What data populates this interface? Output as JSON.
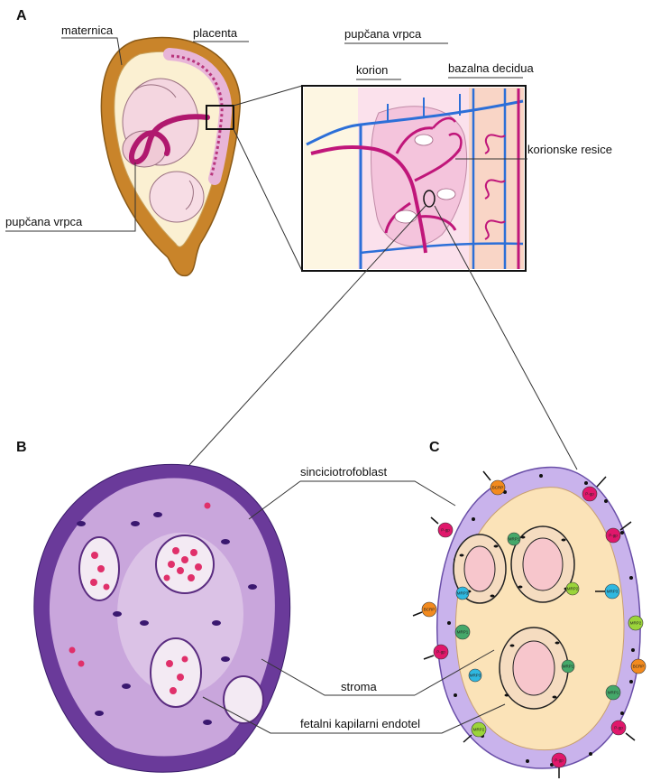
{
  "panels": {
    "a": "A",
    "b": "B",
    "c": "C"
  },
  "labels": {
    "uterus": "maternica",
    "placenta": "placenta",
    "umbilical_cord_left": "pupčana vrpca",
    "umbilical_cord_top": "pupčana vrpca",
    "chorion": "korion",
    "basal_decidua": "bazalna decidua",
    "chorionic_villi": "korionske resice",
    "syncytiotrophoblast": "sinciciotrofoblast",
    "stroma": "stroma",
    "fetal_capillary_endothelium": "fetalni kapilarni endotel"
  },
  "transporters": [
    "BCRP",
    "P-gp",
    "MRP1",
    "MRP2",
    "MRP3"
  ],
  "colors": {
    "pgp": "#e0176b",
    "bcrp": "#f28a1e",
    "mrp1": "#45a86a",
    "mrp2": "#9bd43a",
    "mrp3": "#2fb8e0",
    "stroma_fill": "#fbe3b8",
    "membrane_fill": "#c9b3ec",
    "vessel_red": "#c0167a",
    "vessel_blue": "#2c6fd8"
  }
}
